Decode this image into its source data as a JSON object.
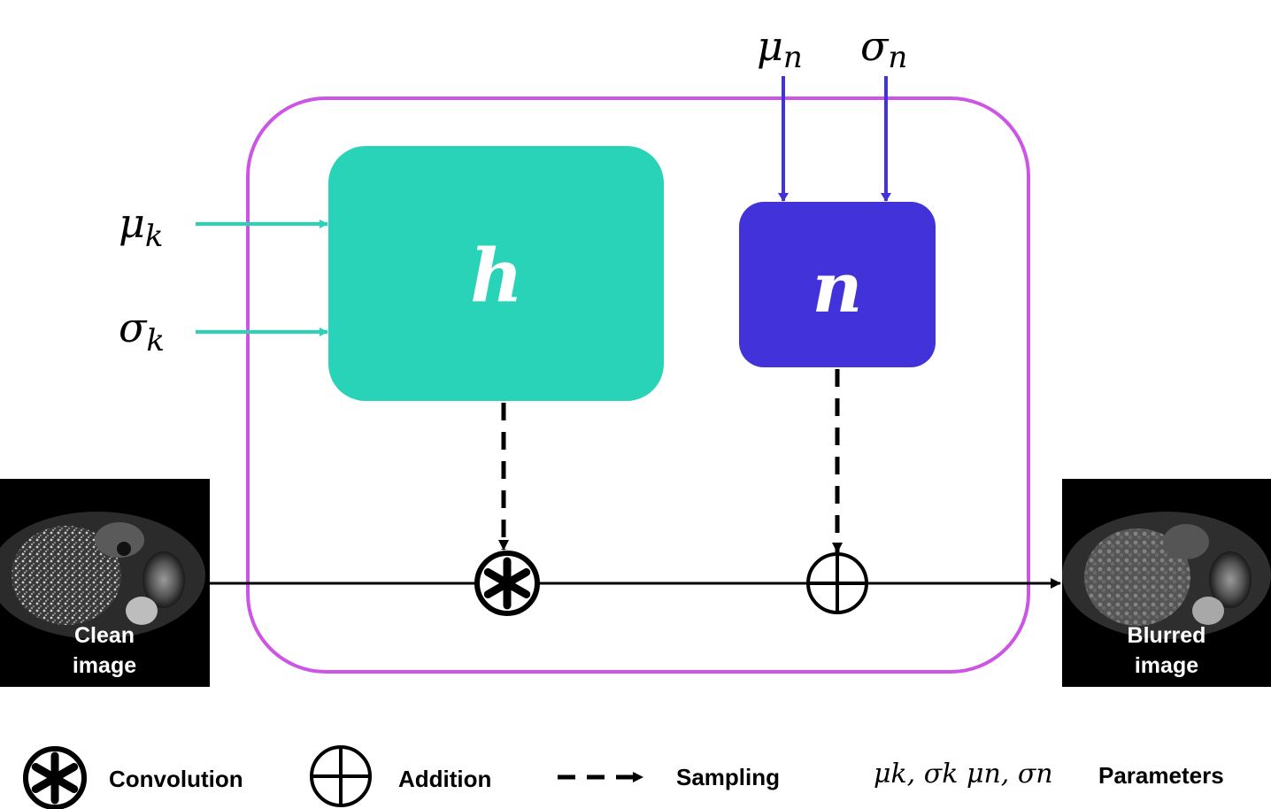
{
  "colors": {
    "frame": "#cc55e6",
    "kernel_box": "#29d3b8",
    "noise_box": "#4232da",
    "kernel_arrow": "#29d3b8",
    "noise_arrow": "#4232da",
    "line": "#000000",
    "image_bg": "#000000"
  },
  "kernel_block": {
    "letter": "h",
    "inputs": [
      {
        "symbol": "μ",
        "subscript": "k"
      },
      {
        "symbol": "σ",
        "subscript": "k"
      }
    ]
  },
  "noise_block": {
    "letter": "n",
    "inputs": [
      {
        "symbol": "μ",
        "subscript": "n"
      },
      {
        "symbol": "σ",
        "subscript": "n"
      }
    ]
  },
  "operators": {
    "convolution_icon": "asterisk-in-circle-icon",
    "addition_icon": "plus-in-circle-icon"
  },
  "input_image": {
    "line1": "Clean",
    "line2": "image"
  },
  "output_image": {
    "line1": "Blurred",
    "line2": "image"
  },
  "legend": {
    "convolution": "Convolution",
    "addition": "Addition",
    "sampling": "Sampling",
    "parameters_math": "μk, σk μn, σn",
    "parameters": "Parameters"
  }
}
